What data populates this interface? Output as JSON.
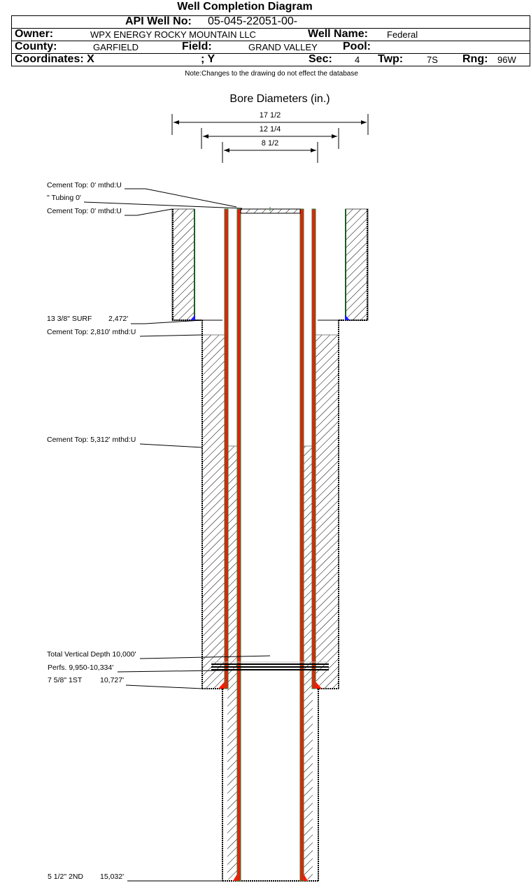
{
  "header": {
    "title": "Well Completion Diagram",
    "api_label": "API Well No:",
    "api_value": "05-045-22051-00-",
    "owner_label": "Owner:",
    "owner_value": "WPX ENERGY ROCKY MOUNTAIN LLC",
    "well_name_label": "Well Name:",
    "well_name_value": "Federal",
    "county_label": "County:",
    "county_value": "GARFIELD",
    "field_label": "Field:",
    "field_value": "GRAND VALLEY",
    "pool_label": "Pool:",
    "pool_value": "",
    "coords_label": "Coordinates: X",
    "coords_y_label": "; Y",
    "sec_label": "Sec:",
    "sec_value": "4",
    "twp_label": "Twp:",
    "twp_value": "7S",
    "rng_label": "Rng:",
    "rng_value": "96W",
    "note": "Note:Changes to the drawing do not effect the database"
  },
  "bore": {
    "title": "Bore Diameters (in.)",
    "diameters": [
      "17 1/2",
      "12 1/4",
      "8 1/2"
    ]
  },
  "annotations": {
    "cement_top_surface_outer": "Cement Top: 0' mthd:U",
    "tubing": "\" Tubing 0'",
    "cement_top_surface_inner": "Cement Top: 0' mthd:U",
    "surf_casing_label": "13 3/8\" SURF",
    "surf_casing_depth": "2,472'",
    "cement_top_1st": "Cement Top: 2,810' mthd:U",
    "cement_top_2nd": "Cement Top: 5,312' mthd:U",
    "tvd": "Total Vertical Depth 10,000'",
    "perfs": "Perfs. 9,950-10,334'",
    "first_casing_label": "7 5/8\" 1ST",
    "first_casing_depth": "10,727'",
    "second_casing_label": "5 1/2\" 2ND",
    "second_casing_depth": "15,032'"
  },
  "colors": {
    "casing": "#e8200a",
    "casing_edge": "#2e7d32",
    "shoe_surface": "#1a1aff",
    "shoe_deep": "#ff1a00",
    "line": "#000000"
  }
}
